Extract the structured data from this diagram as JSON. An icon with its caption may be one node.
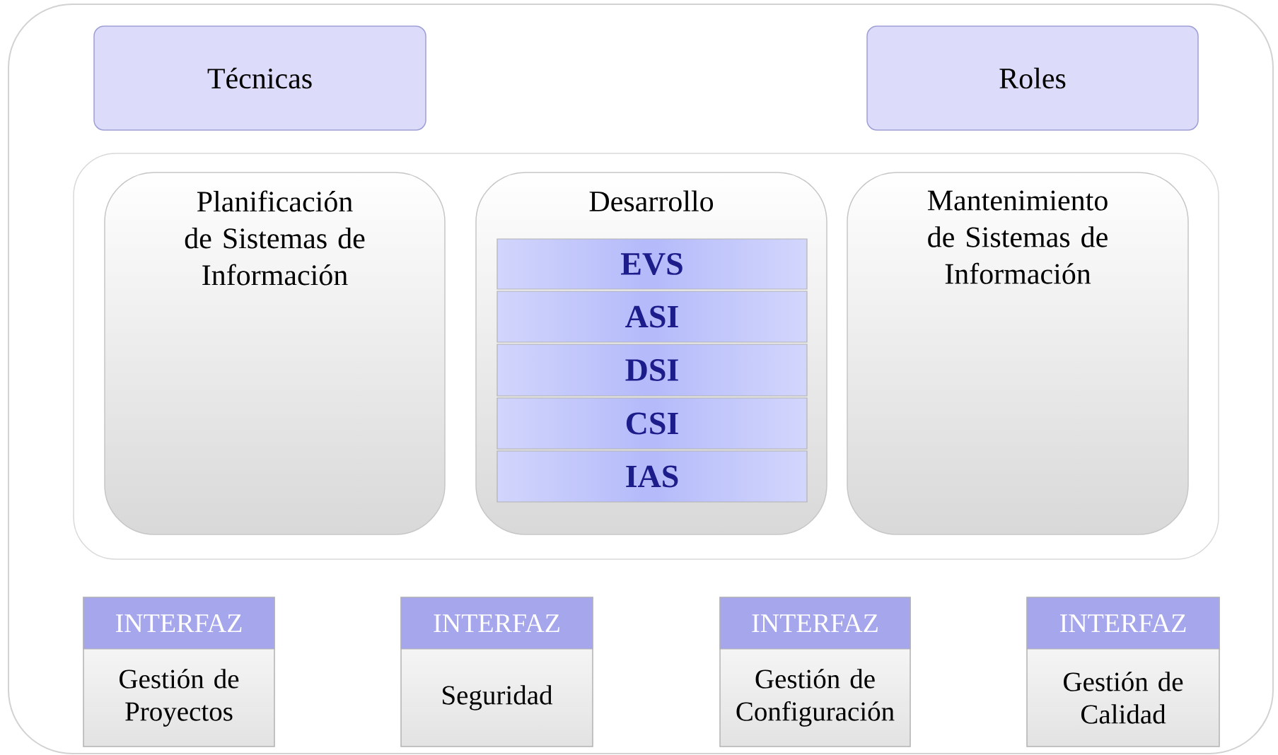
{
  "diagram": {
    "nodes": [
      {
        "text": [
          "Técnicas"
        ]
      },
      {
        "text": [
          "Roles"
        ]
      },
      {
        "text": [],
        "shape": "box"
      },
      {
        "text": [
          "Planificación de Sistemas de Información"
        ],
        "in": 2
      },
      {
        "text": [
          "Desarrollo"
        ],
        "in": 2
      },
      {
        "text": [
          "EVS"
        ],
        "in": 4
      },
      {
        "text": [
          "ASI"
        ],
        "in": 4
      },
      {
        "text": [
          "DSI"
        ],
        "in": 4
      },
      {
        "text": [
          "CSI"
        ],
        "in": 4
      },
      {
        "text": [
          "IAS"
        ],
        "in": 4
      },
      {
        "text": [
          "Mantenimiento de Sistemas de Información"
        ],
        "in": 2
      },
      {
        "text": [
          "INTERFAZ",
          "Gestión de Proyectos"
        ]
      },
      {
        "text": [
          "INTERFAZ",
          "Seguridad"
        ]
      },
      {
        "text": [
          "INTERFAZ",
          "Gestión de Configuración"
        ]
      },
      {
        "text": [
          "INTERFAZ",
          "Gestión de Calidad"
        ]
      }
    ]
  }
}
